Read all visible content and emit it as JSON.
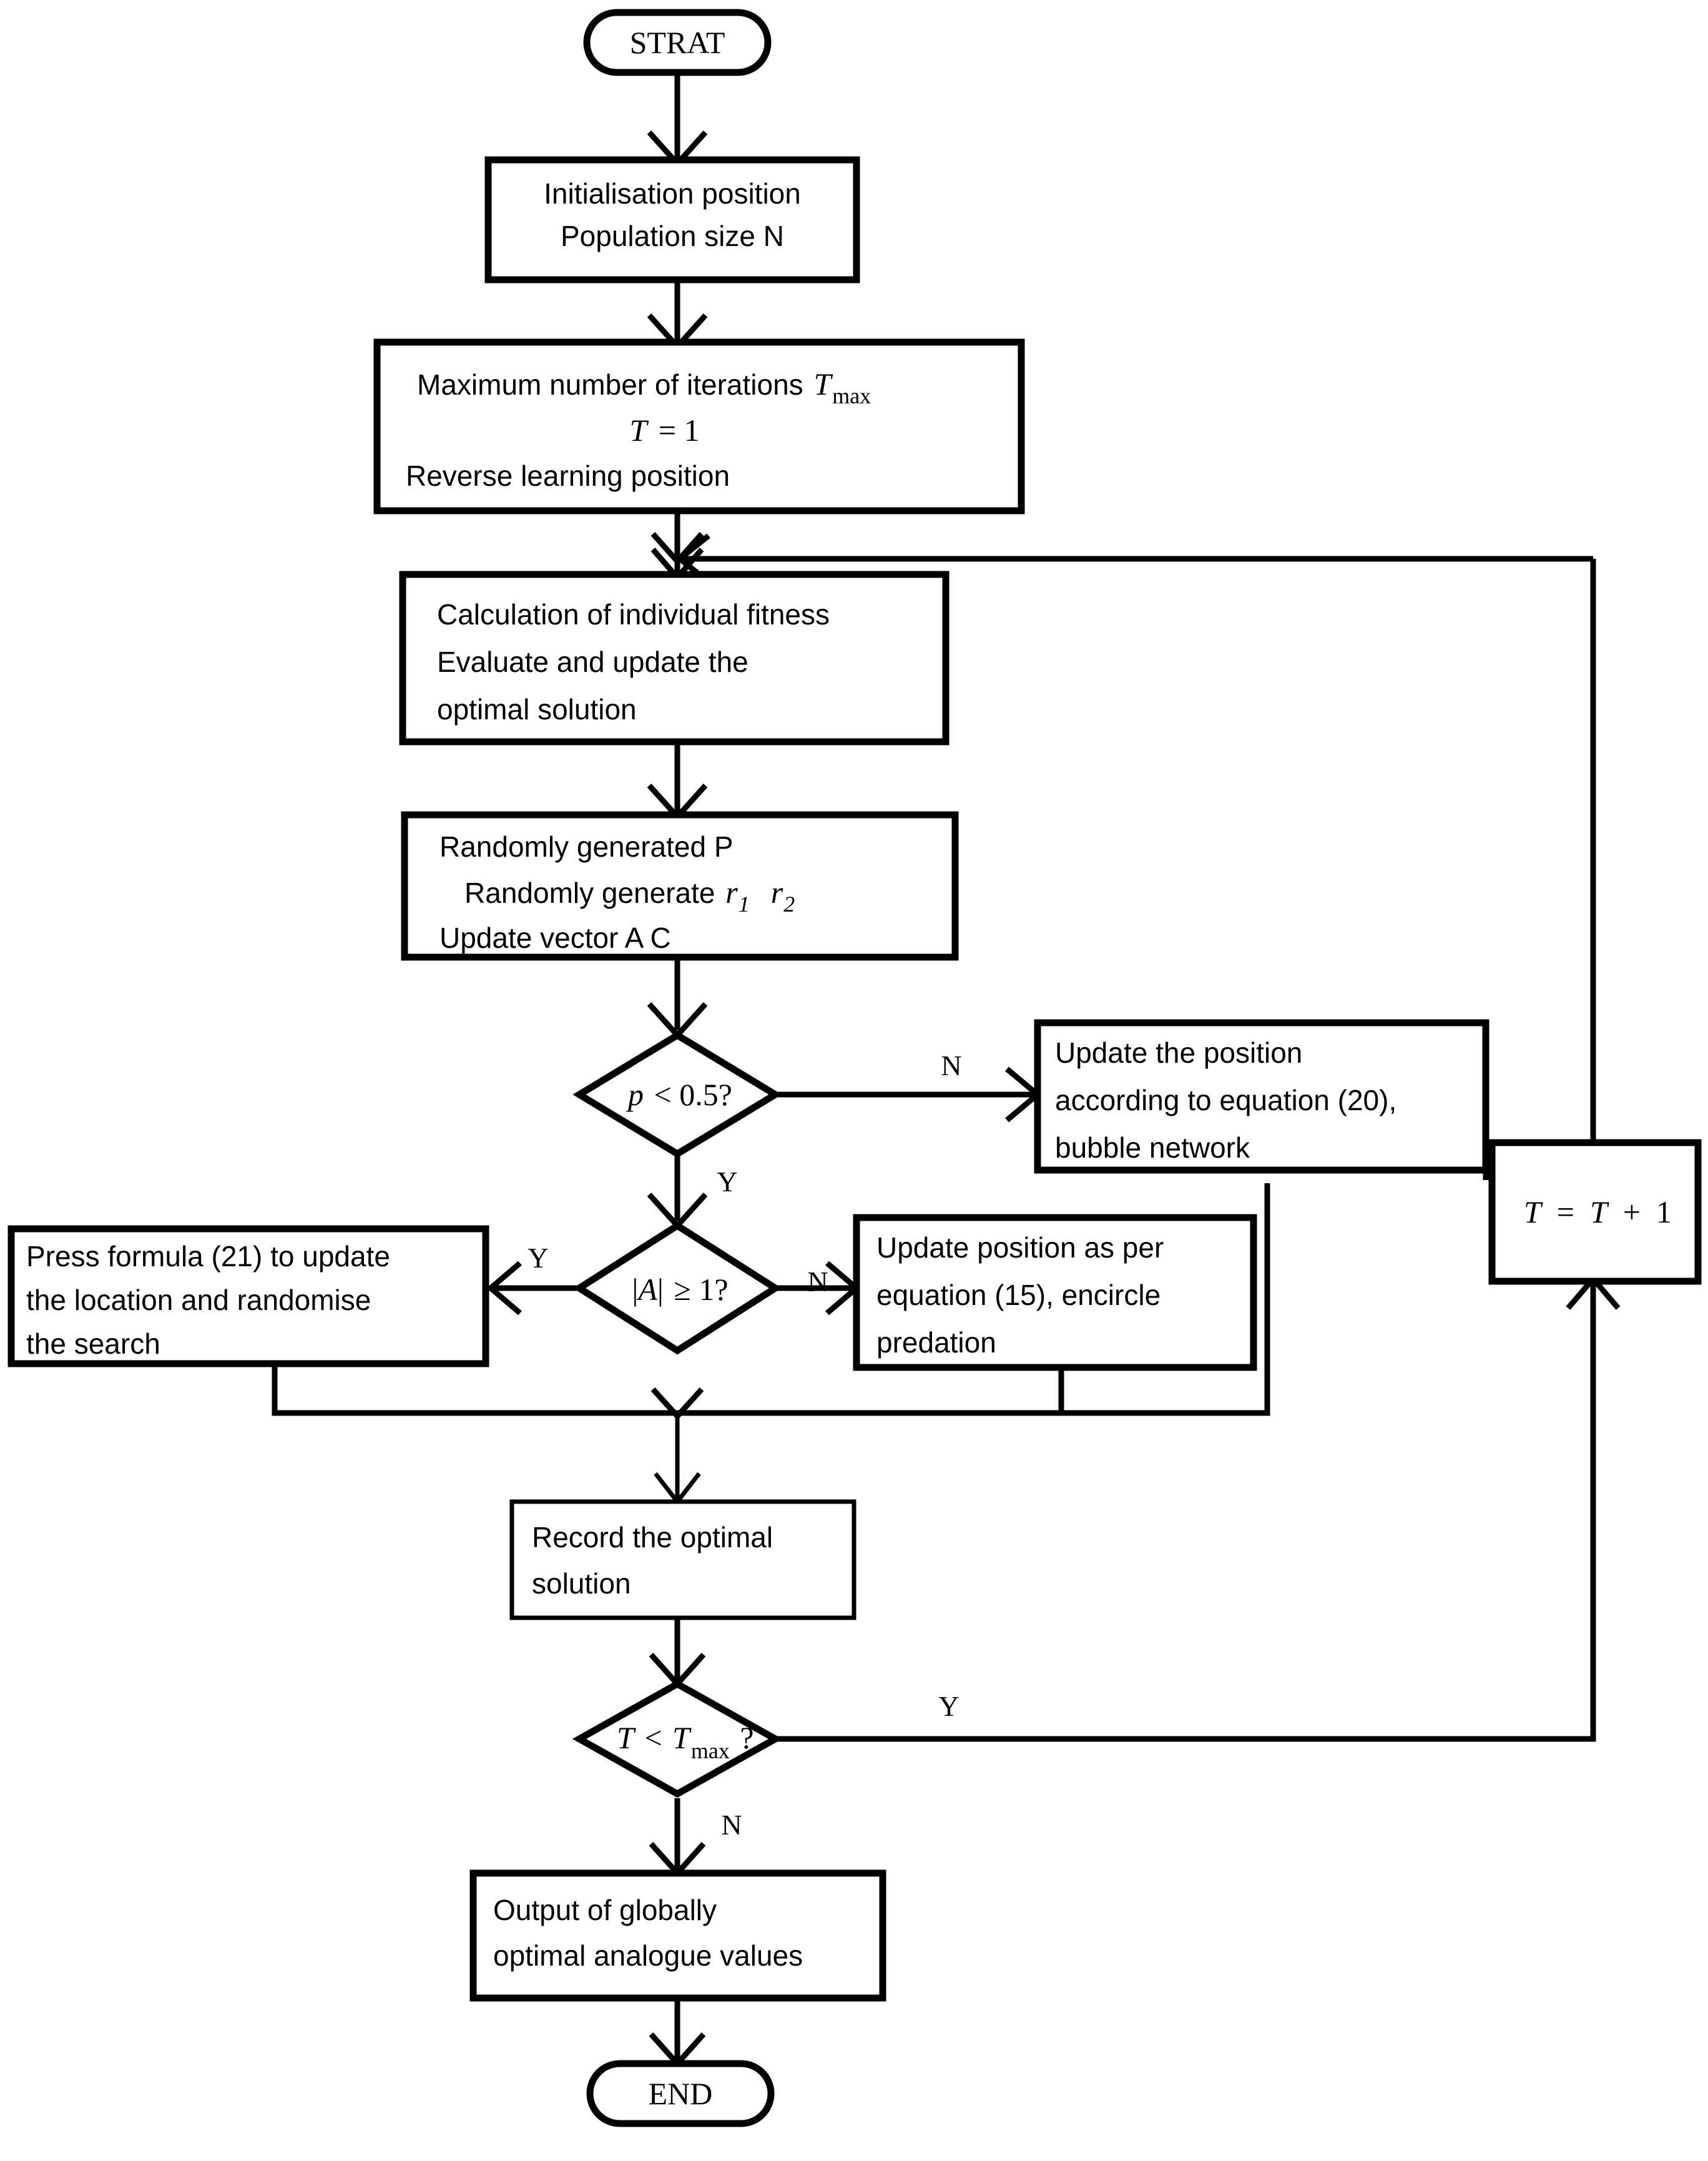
{
  "diagram": {
    "title": "Improved Whale Optimisation Algorithm Flowchart",
    "type": "flowchart",
    "background_color": "#ffffff",
    "line_color": "#000000"
  },
  "nodes": {
    "start": {
      "shape": "terminator",
      "text": "STRAT"
    },
    "init": {
      "shape": "process",
      "lines": [
        "Initialisation position",
        "Population size N"
      ],
      "align": "center"
    },
    "maxiter": {
      "shape": "process",
      "line1_prefix": "Maximum number of iterations ",
      "line1_var": "T",
      "line1_sub": "max",
      "line2_lhs": "T",
      "line2_rhs": " = 1",
      "line3": "Reverse learning position"
    },
    "fitness": {
      "shape": "process",
      "lines": [
        "Calculation of individual fitness",
        "Evaluate and update the",
        "optimal solution"
      ],
      "align": "left"
    },
    "random": {
      "shape": "process",
      "line1": "Randomly generated P",
      "line2_prefix": "Randomly generate ",
      "line2_var1": "r",
      "line2_sub1": "1",
      "line2_var2": "r",
      "line2_sub2": "2",
      "line3": "Update vector A C"
    },
    "decision_p": {
      "shape": "decision",
      "var": "p",
      "rest": " < 0.5?",
      "branch_yes": "Y",
      "branch_no": "N"
    },
    "bubble": {
      "shape": "process",
      "lines": [
        "Update the position",
        "according to equation (20),",
        "bubble network"
      ],
      "align": "left"
    },
    "decision_a": {
      "shape": "decision",
      "text_abs_open": "|",
      "var": "A",
      "text_abs_close": "|",
      "rest": " ≥ 1?",
      "branch_yes": "Y",
      "branch_no": "N"
    },
    "press_formula": {
      "shape": "process",
      "lines": [
        "Press formula (21) to update",
        "the location and randomise",
        "the search"
      ],
      "align": "left"
    },
    "encircle": {
      "shape": "process",
      "lines": [
        "Update position as per",
        "equation (15), encircle",
        "predation"
      ],
      "align": "left"
    },
    "increment": {
      "shape": "process",
      "lhs": "T",
      "eq": "  =  ",
      "rhs_var": "T",
      "rhs_rest": "  +  1"
    },
    "record": {
      "shape": "process",
      "lines": [
        "Record the optimal",
        "solution"
      ],
      "align": "left"
    },
    "decision_t": {
      "shape": "decision",
      "lhs": "T",
      "mid": " < ",
      "rhs_var": "T",
      "rhs_sub": "max",
      "rest": " ?",
      "branch_yes": "Y",
      "branch_no": "N"
    },
    "output": {
      "shape": "process",
      "lines": [
        "Output of globally",
        "optimal analogue values"
      ],
      "align": "left"
    },
    "end": {
      "shape": "terminator",
      "text": "END"
    }
  },
  "edge_labels": {
    "p_no": "N",
    "p_yes": "Y",
    "a_yes": "Y",
    "a_no": "N",
    "t_yes": "Y",
    "t_no": "N"
  }
}
